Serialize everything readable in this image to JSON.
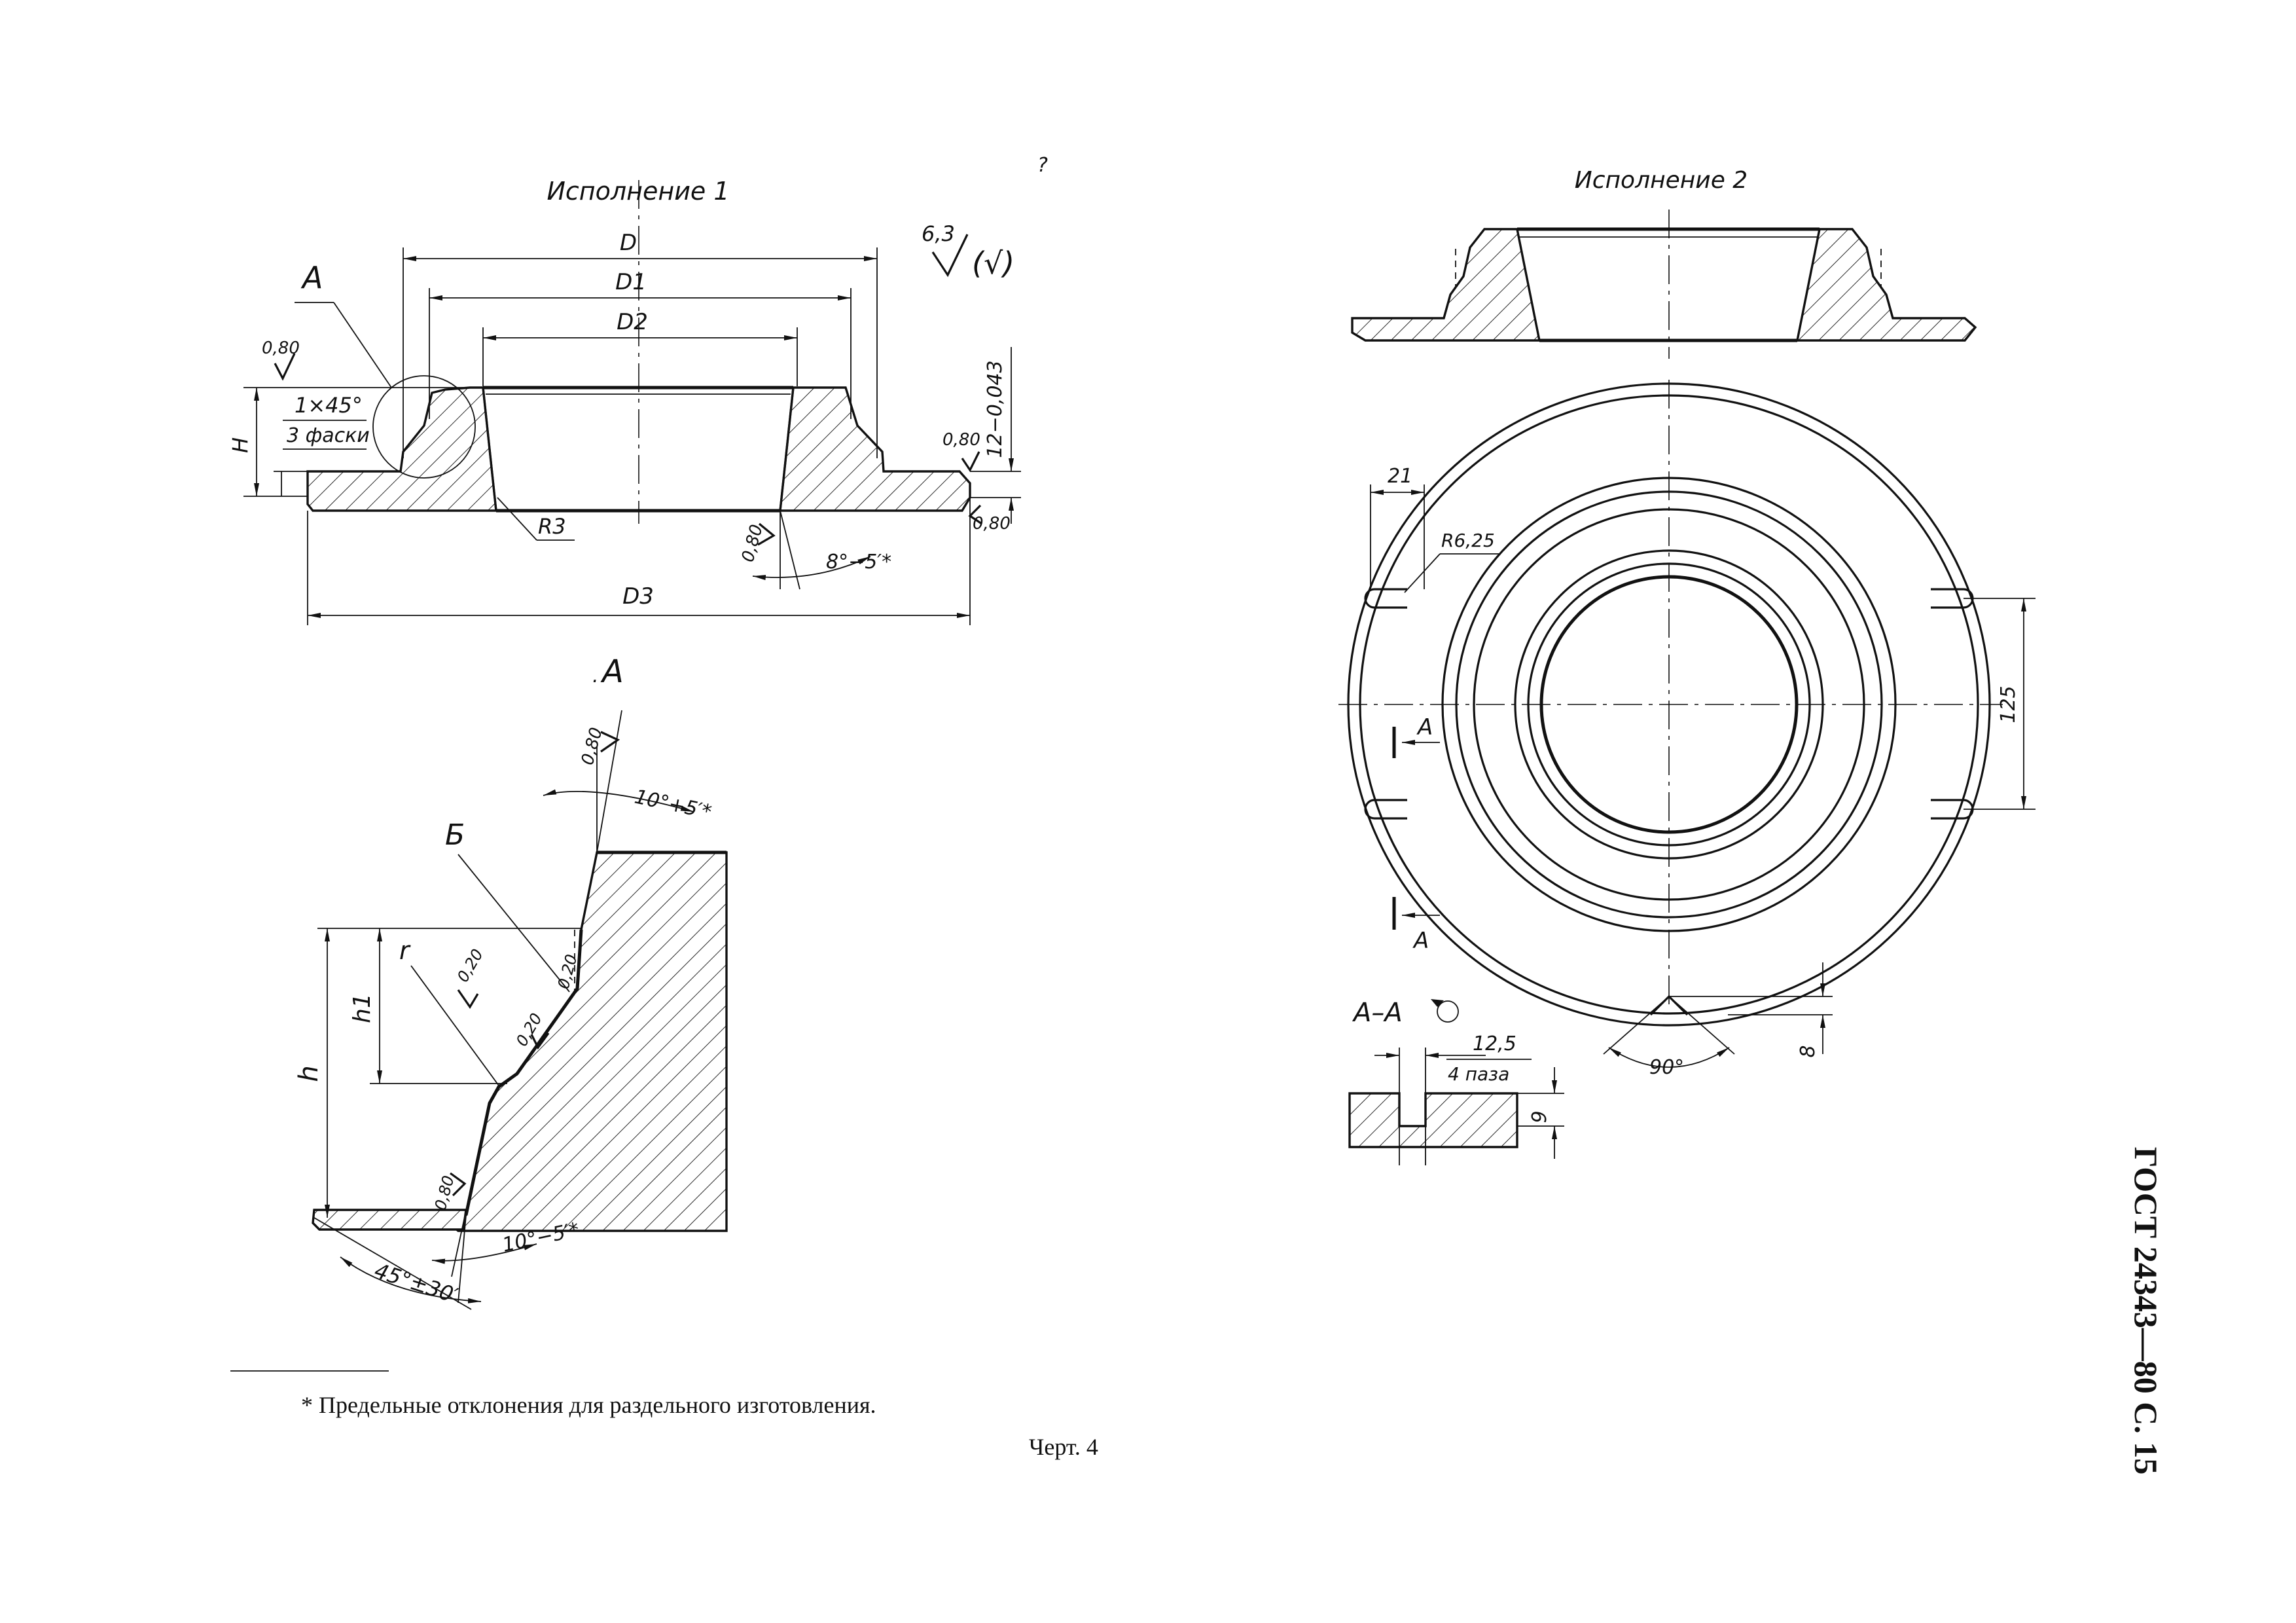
{
  "header": {
    "gost": "ГОСТ 24343—80 С. 15",
    "stray_mark": "?"
  },
  "view1": {
    "title": "Исполнение 1",
    "dims": {
      "D": "D",
      "D1": "D1",
      "D2": "D2",
      "D3": "D3",
      "H": "H",
      "height": "12−0,043",
      "chamfer": "1×45°",
      "chamfer_note": "3 фаски",
      "radius": "R3",
      "angle": "8°−5′*",
      "detail_ref": "A"
    },
    "roughness": {
      "general_value": "6,3",
      "general_bracket": "(√)",
      "r1": "0,80",
      "r2": "0,80",
      "r3": "0,80",
      "r4": "0,80"
    }
  },
  "detail": {
    "title": "A",
    "labels": {
      "b": "Б",
      "r": "r",
      "h1": "h1",
      "h": "h"
    },
    "angles": {
      "top": "10°+5′*",
      "bottom": "10°−5′*",
      "bevel": "45°±30′"
    },
    "roughness": {
      "top": "0,80",
      "mid1": "0,20",
      "mid2": "0,20",
      "mid3": "0,20",
      "low": "0,80"
    }
  },
  "view2": {
    "title": "Исполнение 2",
    "dims": {
      "slot_offset": "21",
      "slot_radius": "R6,25",
      "slot_spacing": "125",
      "notch_depth": "8",
      "notch_angle": "90°"
    },
    "section_marks": [
      "A",
      "A"
    ]
  },
  "section_aa": {
    "title": "A–A",
    "slot_width": "12,5",
    "slot_count": "4 паза",
    "slot_depth": "9"
  },
  "footnote": {
    "text": "* Предельные отклонения для раздельного изготовления."
  },
  "caption": {
    "text": "Черт. 4"
  }
}
